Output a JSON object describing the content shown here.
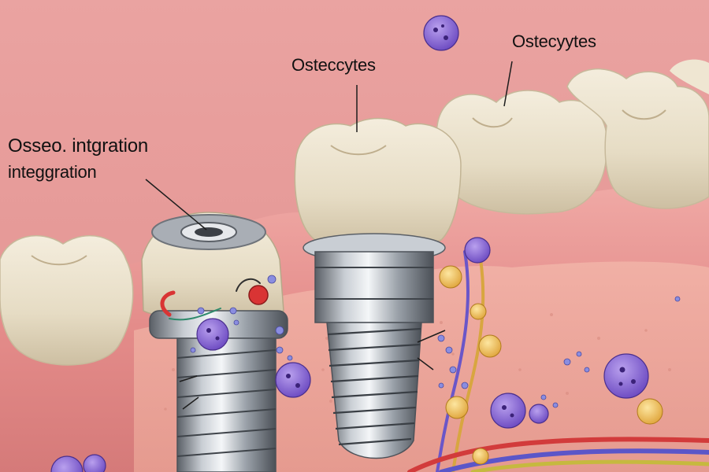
{
  "labels": {
    "osseo_line1": "Osseo. intgration",
    "osseo_line2": "integgration",
    "osteocytes_center": "Osteccytes",
    "osteocytes_right": "Ostecyytes"
  }
}
